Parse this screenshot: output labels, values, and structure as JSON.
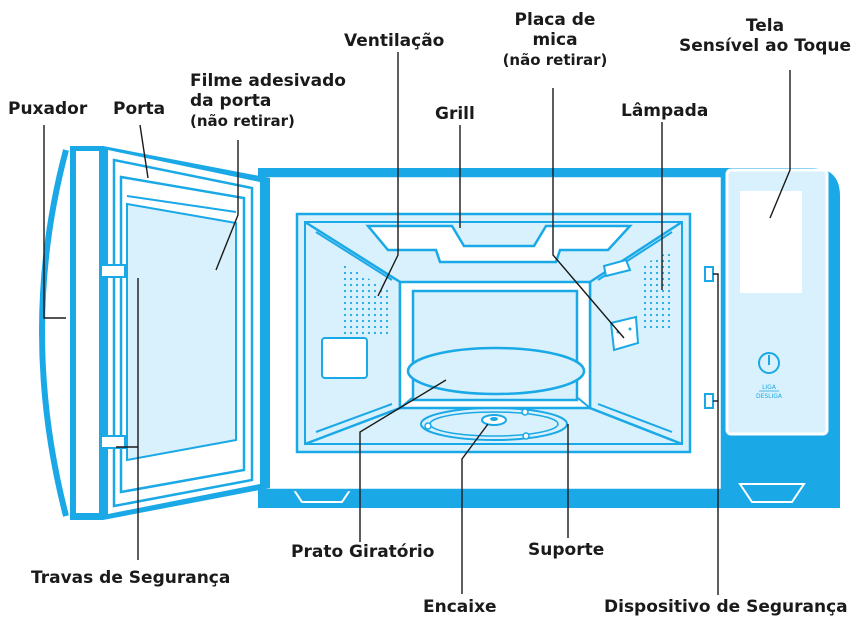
{
  "labels": {
    "puxador": "Puxador",
    "porta": "Porta",
    "filme_line1": "Filme adesivado",
    "filme_line2": "da porta",
    "filme_note": "(não retirar)",
    "ventilacao": "Ventilação",
    "grill": "Grill",
    "placa_line1": "Placa de",
    "placa_line2": "mica",
    "placa_note": "(não retirar)",
    "lampada": "Lâmpada",
    "tela_line1": "Tela",
    "tela_line2": "Sensível ao Toque",
    "prato": "Prato Giratório",
    "suporte": "Suporte",
    "travas": "Travas de Segurança",
    "encaixe": "Encaixe",
    "dispositivo": "Dispositivo de Segurança"
  },
  "panel": {
    "power_label": "LIGA",
    "power_sublabel": "DESLIGA"
  },
  "colors": {
    "accent": "#1aa9e6",
    "light_fill": "#d9f1fc",
    "line": "#1a1a1a"
  }
}
